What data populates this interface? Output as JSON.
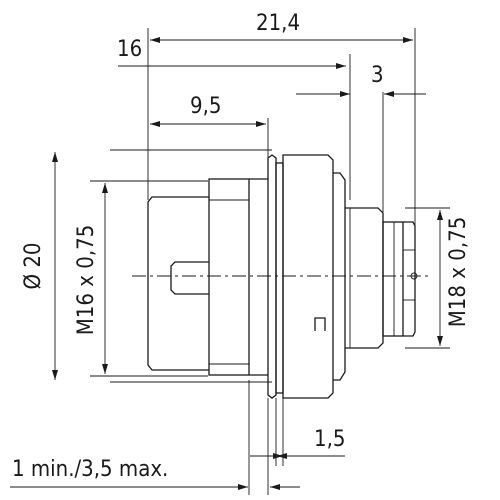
{
  "dimensions": {
    "overall_length": "21,4",
    "rear_length": "16",
    "front_length": "3",
    "thread_length": "9,5",
    "diameter": "Ø 20",
    "rear_thread": "M16 x 0,75",
    "front_thread": "M18 x 0,75",
    "flange_thickness": "1,5",
    "panel_thickness": "1 min./3,5 max."
  }
}
